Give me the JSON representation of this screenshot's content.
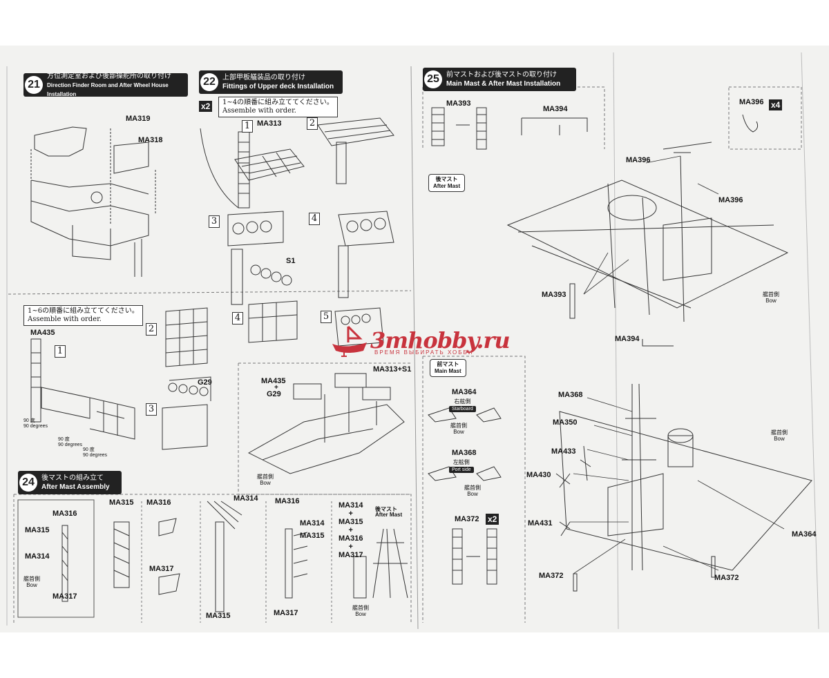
{
  "steps": [
    {
      "no": "21",
      "jp": "方位測定室および後部操舵所の取り付け",
      "en": "Direction Finder Room and After Wheel House Installation"
    },
    {
      "no": "22",
      "jp": "上部甲板艤装品の取り付け",
      "en": "Fittings of Upper deck Installation"
    },
    {
      "no": "24",
      "jp": "後マストの組み立て",
      "en": "After Mast Assembly"
    },
    {
      "no": "25",
      "jp": "前マストおよび後マストの取り付け",
      "en": "Main Mast & After Mast Installation"
    }
  ],
  "notes": {
    "order4_jp": "1~4の順番に組み立ててください。",
    "order4_en": "Assemble with order.",
    "order6_jp": "1~6の順番に組み立ててください。",
    "order6_en": "Assemble with order."
  },
  "mult": {
    "x2": "x2",
    "x4": "x4"
  },
  "steps_nums": {
    "s1": "1",
    "s2": "2",
    "s3": "3",
    "s4": "4",
    "s5": "5"
  },
  "parts": {
    "ma319": "MA319",
    "ma318": "MA318",
    "ma313": "MA313",
    "s1": "S1",
    "ma435": "MA435",
    "g29": "G29",
    "plus": "+",
    "ma313s1": "MA313+S1",
    "ma393": "MA393",
    "ma394": "MA394",
    "ma396": "MA396",
    "ma364": "MA364",
    "ma368": "MA368",
    "ma350": "MA350",
    "ma433": "MA433",
    "ma430": "MA430",
    "ma431": "MA431",
    "ma372": "MA372",
    "ma316": "MA316",
    "ma315": "MA315",
    "ma314": "MA314",
    "ma317": "MA317"
  },
  "angles": {
    "a1": "90 度",
    "a2": "90 degrees"
  },
  "tags": {
    "after_jp": "後マスト",
    "after_en": "After Mast",
    "main_jp": "前マスト",
    "main_en": "Main Mast"
  },
  "sides": {
    "star_jp": "右舷側",
    "star_en": "Starboard",
    "port_jp": "左舷側",
    "port_en": "Port side"
  },
  "bow": {
    "jp": "艦首側",
    "en": "Bow"
  },
  "watermark": {
    "text": "3mhobby.ru",
    "sub": "ВРЕМЯ ВЫБИРАТЬ ХОББИ"
  }
}
